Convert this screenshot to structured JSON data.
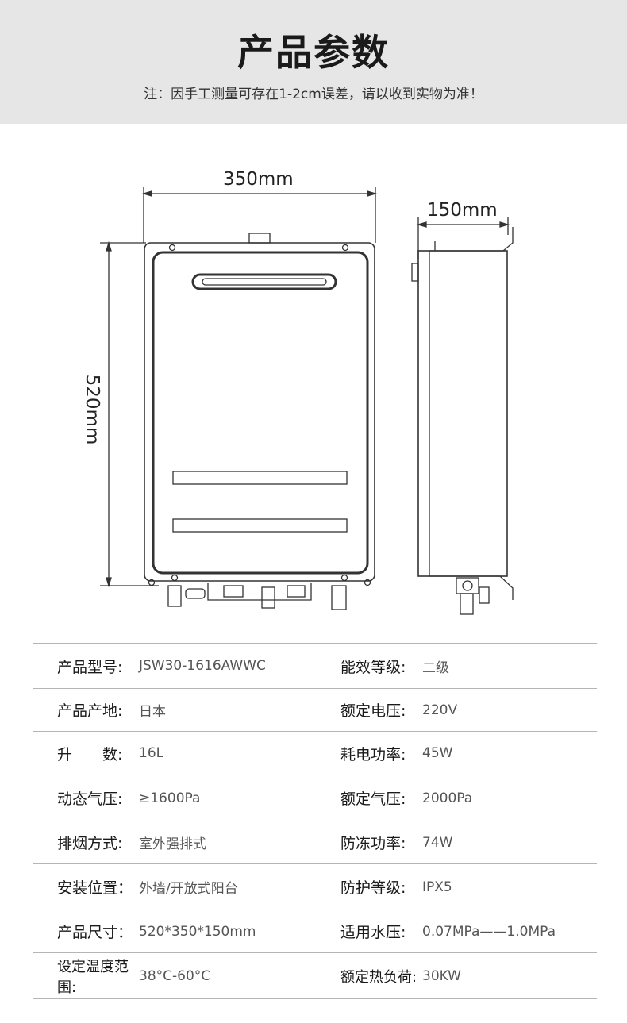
{
  "header": {
    "title": "产品参数",
    "note": "注：因手工测量可存在1-2cm误差，请以收到实物为准！"
  },
  "dimensions": {
    "width": "350mm",
    "depth": "150mm",
    "height": "520mm"
  },
  "specs": [
    {
      "label_left": "产品型号:",
      "value_left": "JSW30-1616AWWC",
      "label_right": "能效等级:",
      "value_right": "二级"
    },
    {
      "label_left": "产品产地:",
      "value_left": "日本",
      "label_right": "额定电压:",
      "value_right": "220V"
    },
    {
      "label_left": "升　　数:",
      "value_left": "16L",
      "label_right": "耗电功率:",
      "value_right": "45W"
    },
    {
      "label_left": "动态气压:",
      "value_left": "≥1600Pa",
      "label_right": "额定气压:",
      "value_right": "2000Pa"
    },
    {
      "label_left": "排烟方式:",
      "value_left": "室外强排式",
      "label_right": "防冻功率:",
      "value_right": "74W"
    },
    {
      "label_left": "安装位置：",
      "value_left": "外墙/开放式阳台",
      "label_right": "防护等级:",
      "value_right": "IPX5"
    },
    {
      "label_left": "产品尺寸：",
      "value_left": "520*350*150mm",
      "label_right": "适用水压:",
      "value_right": "0.07MPa——1.0MPa"
    },
    {
      "label_left": "设定温度范围:",
      "value_left": "38°C-60°C",
      "label_right": "额定热负荷:",
      "value_right": "30KW"
    }
  ]
}
